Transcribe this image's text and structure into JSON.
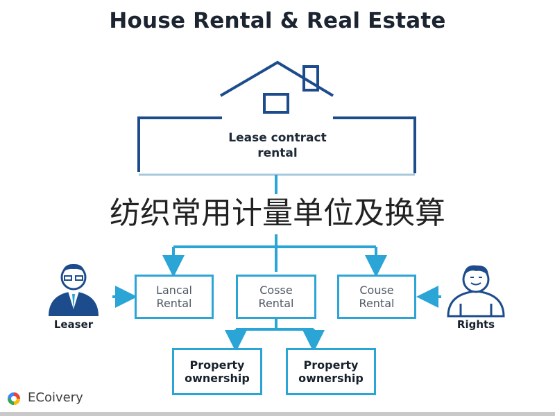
{
  "title": "House Rental & Real Estate",
  "house": {
    "label_line1": "Lease contract",
    "label_line2": "rental"
  },
  "overlay_text": "纺织常用计量单位及换算",
  "rental_boxes": [
    {
      "line1": "Lancal",
      "line2": "Rental"
    },
    {
      "line1": "Cosse",
      "line2": "Rental"
    },
    {
      "line1": "Couse",
      "line2": "Rental"
    }
  ],
  "ownership_boxes": [
    {
      "line1": "Property",
      "line2": "ownership"
    },
    {
      "line1": "Property",
      "line2": "ownership"
    }
  ],
  "people": {
    "left": {
      "label": "Leaser",
      "icon": "businessman-icon"
    },
    "right": {
      "label": "Rights",
      "icon": "person-icon"
    }
  },
  "brand": {
    "name": "ECoivery",
    "icon": "brand-logo-icon"
  },
  "colors": {
    "house_outline": "#1d4c8c",
    "connector": "#2aa5d6",
    "box_border": "#2aa5d6"
  }
}
